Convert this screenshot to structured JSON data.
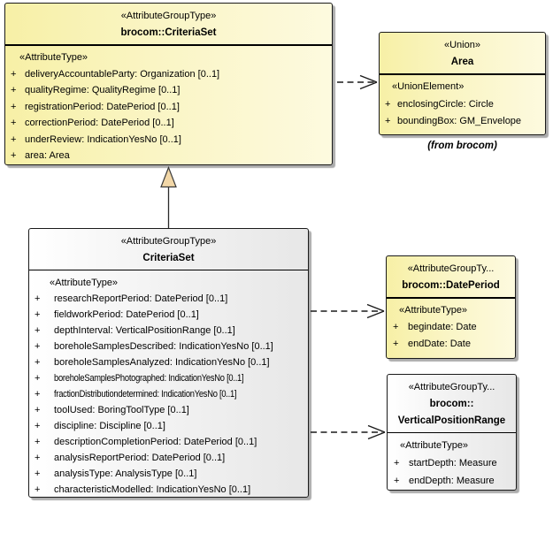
{
  "plus": "+",
  "classes": {
    "brocom_criteriaset": {
      "stereotype": "«AttributeGroupType»",
      "name": "brocom::CriteriaSet",
      "section": "«AttributeType»",
      "attributes": [
        "deliveryAccountableParty: Organization [0..1]",
        "qualityRegime: QualityRegime [0..1]",
        "registrationPeriod: DatePeriod [0..1]",
        "correctionPeriod: DatePeriod [0..1]",
        "underReview: IndicationYesNo [0..1]",
        "area: Area"
      ]
    },
    "area": {
      "stereotype": "«Union»",
      "name": "Area",
      "section": "«UnionElement»",
      "attributes": [
        "enclosingCircle: Circle",
        "boundingBox: GM_Envelope"
      ],
      "caption": "(from brocom)"
    },
    "criteriaset": {
      "stereotype": "«AttributeGroupType»",
      "name": "CriteriaSet",
      "section": "«AttributeType»",
      "attributes": [
        "researchReportPeriod: DatePeriod [0..1]",
        "fieldworkPeriod: DatePeriod [0..1]",
        "depthInterval: VerticalPositionRange [0..1]",
        "boreholeSamplesDescribed: IndicationYesNo [0..1]",
        "boreholeSamplesAnalyzed: IndicationYesNo [0..1]",
        "boreholeSamplesPhotographed: IndicationYesNo [0..1]",
        "fractionDistributiondetermined: IndicationYesNo [0..1]",
        "toolUsed: BoringToolType [0..1]",
        "discipline: Discipline [0..1]",
        "descriptionCompletionPeriod: DatePeriod [0..1]",
        "analysisReportPeriod: DatePeriod [0..1]",
        "analysisType: AnalysisType [0..1]",
        "characteristicModelled: IndicationYesNo [0..1]"
      ]
    },
    "dateperiod": {
      "stereotype": "«AttributeGroupTy...",
      "name": "brocom::DatePeriod",
      "section": "«AttributeType»",
      "attributes": [
        "begindate: Date",
        "endDate: Date"
      ]
    },
    "verticalpositionrange": {
      "stereotype": "«AttributeGroupTy...",
      "name_line1": "brocom::",
      "name_line2": "VerticalPositionRange",
      "section": "«AttributeType»",
      "attributes": [
        "startDepth: Measure",
        "endDepth: Measure"
      ]
    }
  },
  "colors": {
    "box_yellow_left": "#F7F0A6",
    "box_yellow_right": "#FDFADF",
    "box_gray_left": "#FFFFFF",
    "box_gray_right": "#E7E7E7",
    "border": "#1A1A1A",
    "shadow": "#ACACAC",
    "generalization_triangle": "#F2D7A7"
  }
}
